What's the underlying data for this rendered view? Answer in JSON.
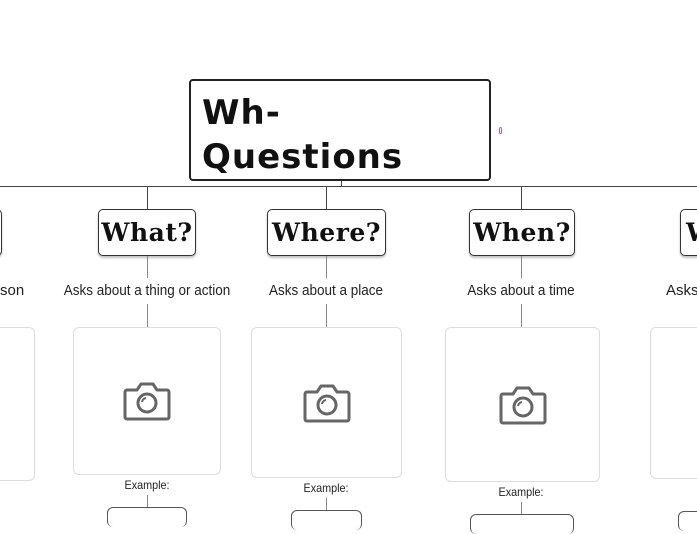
{
  "title": {
    "line1": "Wh-",
    "line2": "Questions"
  },
  "branches": [
    {
      "question": "",
      "description": "son",
      "example_label": ""
    },
    {
      "question": "What?",
      "description": "Asks about a thing or action",
      "example_label": "Example:"
    },
    {
      "question": "Where?",
      "description": "Asks about a place",
      "example_label": "Example:"
    },
    {
      "question": "When?",
      "description": "Asks about a time",
      "example_label": "Example:"
    },
    {
      "question": "W",
      "description": "Asks a",
      "example_label": ""
    }
  ],
  "icons": {
    "image_placeholder": "camera-icon",
    "connector_handle": "resize-handle"
  },
  "colors": {
    "line": "#444444",
    "box_border": "#333333",
    "handle": "#b35cd6",
    "placeholder_border": "#dddddd",
    "icon": "#666666"
  }
}
